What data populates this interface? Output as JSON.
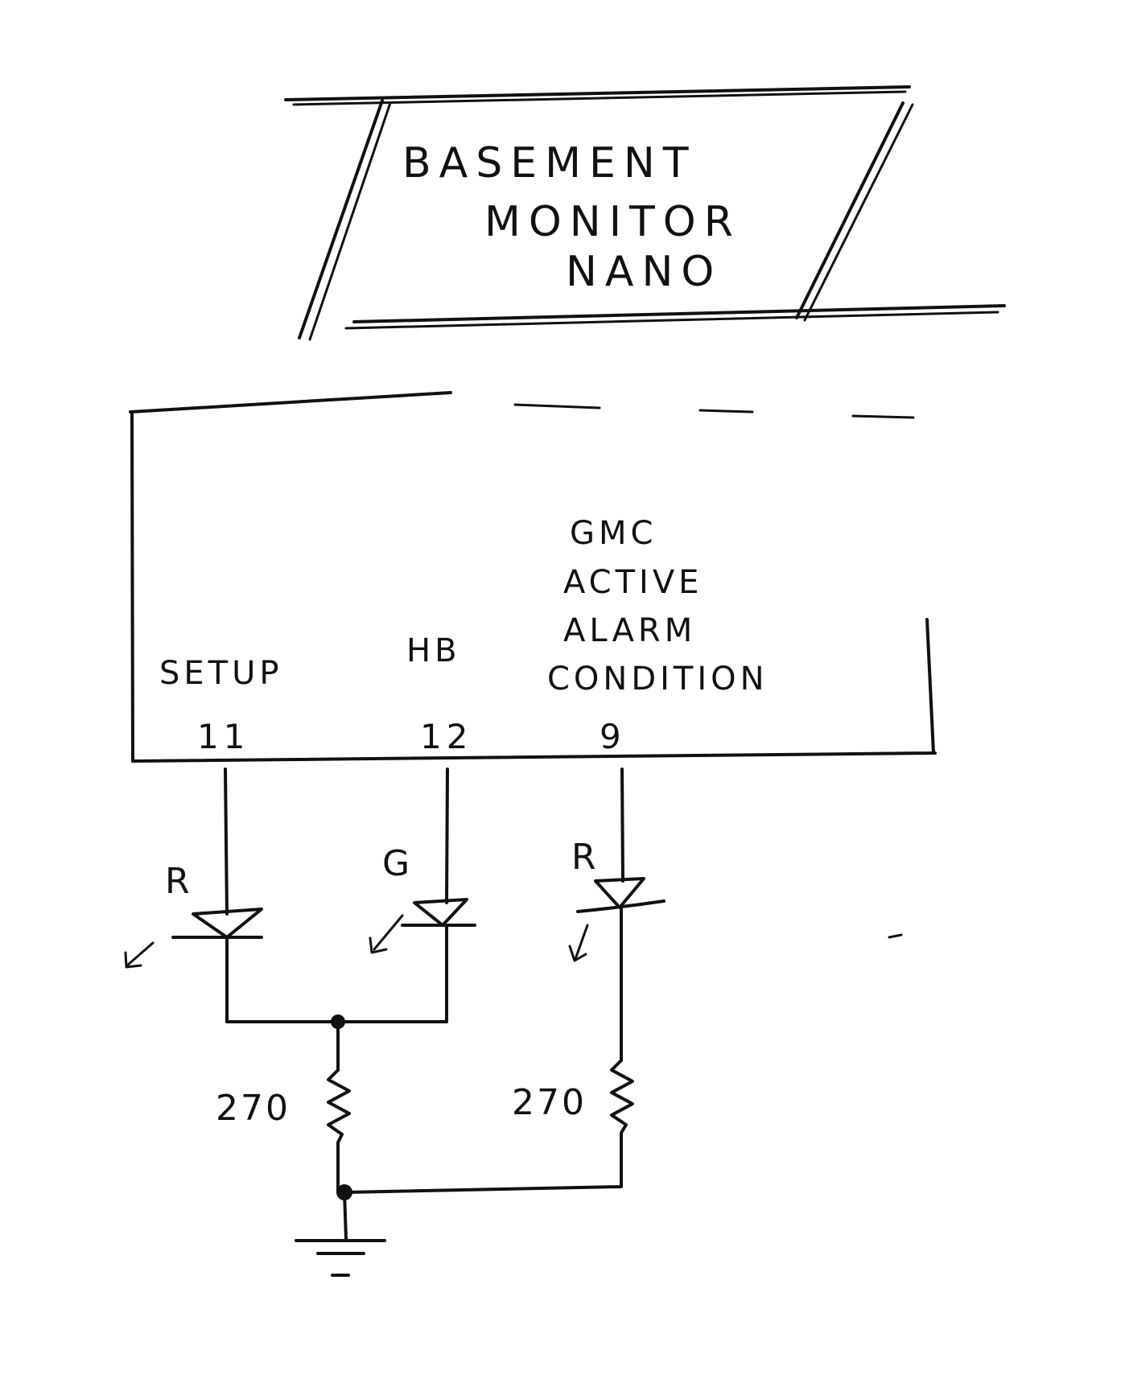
{
  "title": {
    "line1": "BASEMENT",
    "line2": "MONITOR",
    "line3": "NANO"
  },
  "board": {
    "labels": {
      "setup": "SETUP",
      "hb": "HB",
      "gmc": "GMC",
      "active": "ACTIVE",
      "alarm": "ALARM",
      "condition": "CONDITION"
    },
    "pins": {
      "setup": "11",
      "hb": "12",
      "gmc": "9"
    }
  },
  "leds": {
    "setup_color": "R",
    "hb_color": "G",
    "gmc_color": "R"
  },
  "resistors": {
    "left_value": "270",
    "right_value": "270"
  },
  "colors": {
    "ink": "#111111",
    "paper": "#ffffff"
  }
}
